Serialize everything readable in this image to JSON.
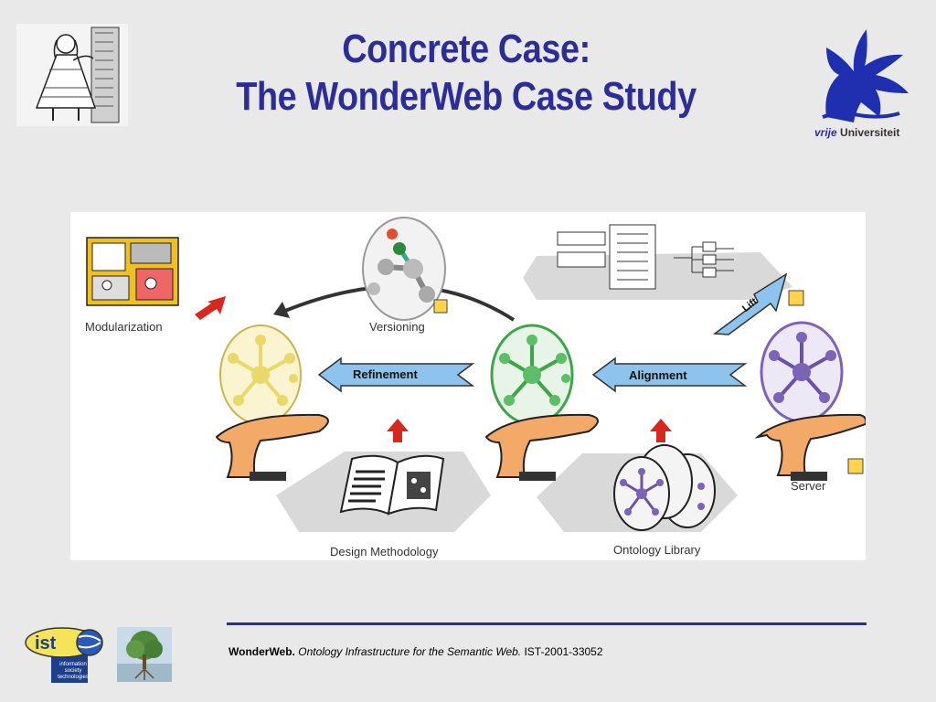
{
  "slide": {
    "title_line1": "Concrete Case:",
    "title_line2": "The WonderWeb Case Study"
  },
  "logos": {
    "university_italic": "vrije",
    "university_name": "Universiteit",
    "ist_text": "ist",
    "ist_caption_1": "information",
    "ist_caption_2": "society",
    "ist_caption_3": "technologies"
  },
  "diagram": {
    "labels": {
      "modularization": "Modularization",
      "versioning": "Versioning",
      "design_methodology": "Design Methodology",
      "ontology_library": "Ontology Library",
      "server": "Server"
    },
    "arrows": {
      "refinement": "Refinement",
      "alignment": "Alignment",
      "lift": "Lift"
    },
    "colors": {
      "yellow": "#e8d96a",
      "green": "#3fa54a",
      "purple": "#7b63b8",
      "red": "#d8281e",
      "blue_arrow": "#8dc3ec",
      "hand": "#f3a968"
    }
  },
  "footer": {
    "project": "WonderWeb.",
    "tagline": "Ontology Infrastructure for the Semantic Web.",
    "code": "IST-2001-33052"
  }
}
